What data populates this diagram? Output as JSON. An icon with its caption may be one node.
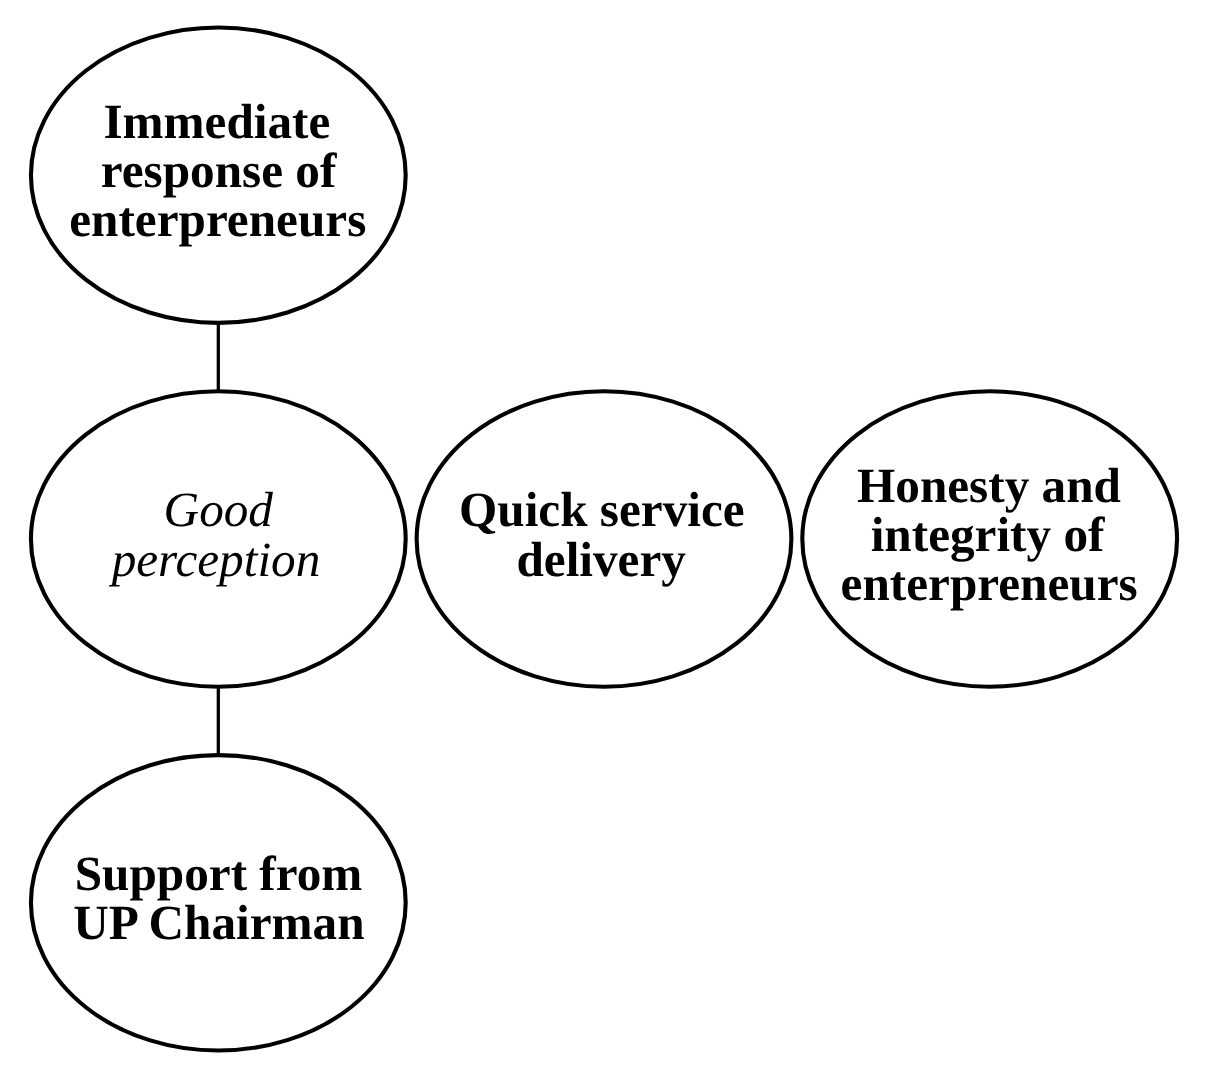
{
  "diagram": {
    "nodes": [
      {
        "text": [
          "Good perception"
        ]
      },
      {
        "text": [
          "Immediate response of enterpreneurs"
        ]
      },
      {
        "text": [
          "Quick service delivery"
        ]
      },
      {
        "text": [
          "Honesty and integrity of enterpreneurs"
        ]
      },
      {
        "text": [
          "Support from UP Chairman"
        ]
      }
    ],
    "edges": [
      {
        "from": 1,
        "to": 0,
        "arrow": "none"
      },
      {
        "from": 0,
        "to": 4,
        "arrow": "none"
      }
    ]
  }
}
